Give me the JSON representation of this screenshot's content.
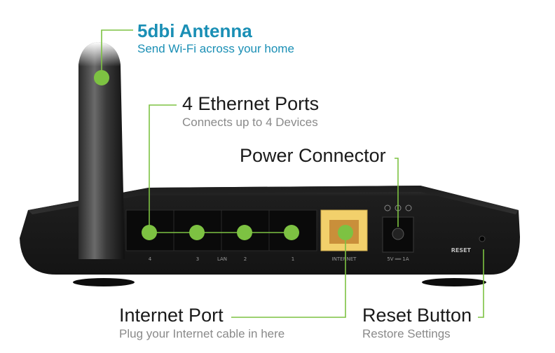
{
  "callouts": {
    "antenna": {
      "title": "5dbi Antenna",
      "subtitle": "Send Wi-Fi across your home"
    },
    "ethernet": {
      "title": "4 Ethernet Ports",
      "subtitle": "Connects up to 4 Devices"
    },
    "power": {
      "title": "Power Connector"
    },
    "internet": {
      "title": "Internet Port",
      "subtitle": "Plug your Internet cable in here"
    },
    "reset": {
      "title": "Reset Button",
      "subtitle": "Restore Settings"
    }
  },
  "device_labels": {
    "lan_port_numbers": [
      "4",
      "3",
      "2",
      "1"
    ],
    "lan": "LAN",
    "internet": "INTERNET",
    "power_rating": "5V ══ 1A",
    "reset": "RESET"
  },
  "colors": {
    "accent_green": "#7dc242",
    "accent_blue": "#1a8fb5",
    "internet_port": "#f2d06b",
    "router_body": "#1c1c1c"
  }
}
